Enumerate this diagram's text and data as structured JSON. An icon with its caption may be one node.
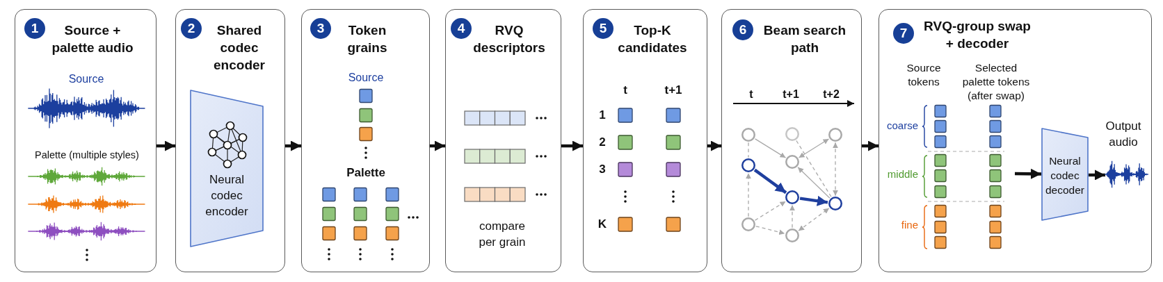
{
  "diagram": {
    "nodes": [
      {
        "text": [
          "1",
          "Source + palette audio",
          "Source",
          "Palette (multiple styles)"
        ]
      },
      {
        "text": [
          "2",
          "Shared codec encoder"
        ]
      },
      {
        "text": [
          "Neural codec encoder"
        ],
        "in": 1
      },
      {
        "text": [
          "3",
          "Token grains",
          "Source",
          "Palette"
        ]
      },
      {
        "text": [
          "4",
          "RVQ descriptors",
          "compare per grain"
        ]
      },
      {
        "text": [
          "5",
          "Top-K candidates",
          "t",
          "t+1",
          "1",
          "2",
          "3",
          "K"
        ]
      },
      {
        "text": [
          "6",
          "Beam search path",
          "t",
          "t+1",
          "t+2"
        ]
      },
      {
        "text": [],
        "shape": "circle",
        "in": 6
      },
      {
        "text": [],
        "shape": "circle",
        "in": 6
      },
      {
        "text": [],
        "shape": "circle",
        "in": 6
      },
      {
        "text": [],
        "shape": "circle",
        "in": 6
      },
      {
        "text": [],
        "shape": "circle",
        "in": 6
      },
      {
        "text": [],
        "shape": "circle",
        "in": 6
      },
      {
        "text": [],
        "shape": "circle",
        "in": 6
      },
      {
        "text": [],
        "shape": "circle",
        "in": 6
      },
      {
        "text": [],
        "shape": "circle",
        "in": 6
      },
      {
        "text": [
          "7",
          "RVQ-group swap + decoder",
          "Source tokens",
          "Selected palette tokens (after swap)",
          "coarse",
          "middle",
          "fine"
        ]
      },
      {
        "text": [
          "Neural codec decoder"
        ],
        "in": 16
      },
      {
        "text": [],
        "shape": "picture",
        "in": 16,
        "beside": [
          "Output audio"
        ]
      }
    ],
    "edges": [
      {
        "from": 0,
        "to": 1,
        "arrow": "to",
        "style": "thick",
        "color": "#111111"
      },
      {
        "from": 1,
        "to": 3,
        "arrow": "to",
        "style": "thick",
        "color": "#111111"
      },
      {
        "from": 3,
        "to": 4,
        "arrow": "to",
        "style": "thick",
        "color": "#111111"
      },
      {
        "from": 4,
        "to": 5,
        "arrow": "to",
        "style": "thick",
        "color": "#111111"
      },
      {
        "from": 5,
        "to": 6,
        "arrow": "to",
        "style": "thick",
        "color": "#111111"
      },
      {
        "from": 6,
        "to": 16,
        "arrow": "to",
        "style": "thick",
        "color": "#111111"
      },
      {
        "from": 7,
        "to": 11,
        "arrow": "to"
      },
      {
        "from": 7,
        "to": 10,
        "arrow": "none",
        "style": "dashed"
      },
      {
        "from": 8,
        "to": 13,
        "arrow": "none",
        "style": "dashed"
      },
      {
        "from": 9,
        "to": 11,
        "arrow": "both"
      },
      {
        "from": 13,
        "to": 11,
        "arrow": "to"
      },
      {
        "from": 9,
        "to": 13,
        "arrow": "both",
        "style": "dashed"
      },
      {
        "from": 10,
        "to": 12,
        "arrow": "to",
        "style": "thick",
        "color": "#1f3f9e"
      },
      {
        "from": 12,
        "to": 13,
        "arrow": "to",
        "style": "thick",
        "color": "#1f3f9e"
      },
      {
        "from": 14,
        "to": 10,
        "arrow": "to",
        "style": "dashed"
      },
      {
        "from": 14,
        "to": 12,
        "arrow": "to",
        "style": "dashed"
      },
      {
        "from": 14,
        "to": 15,
        "arrow": "to",
        "style": "dashed"
      },
      {
        "from": 15,
        "to": 12,
        "arrow": "to",
        "style": "dashed"
      },
      {
        "from": 15,
        "to": 13,
        "arrow": "both",
        "style": "dashed"
      },
      {
        "from": null,
        "to": 17,
        "arrow": "to",
        "style": "thick",
        "color": "#111111"
      },
      {
        "from": 17,
        "to": 18,
        "arrow": "to",
        "style": "thick",
        "color": "#111111"
      }
    ]
  }
}
